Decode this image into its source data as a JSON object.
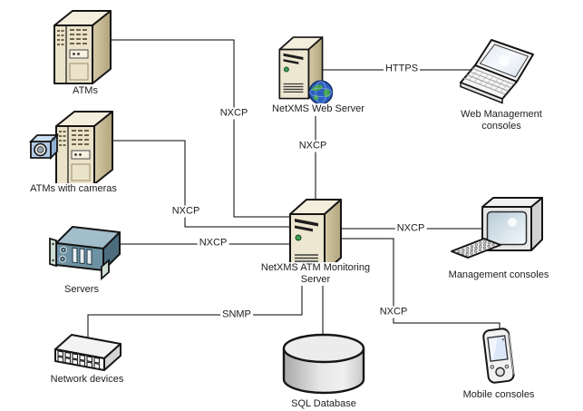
{
  "diagram": {
    "background": "#ffffff",
    "line_color": "#000000",
    "text_color": "#1c1c1c"
  },
  "nodes": {
    "atms": {
      "label": "ATMs",
      "icon": "atm-tower-icon"
    },
    "atms_with_cameras": {
      "label": "ATMs with cameras",
      "icon": "atm-tower-camera-icon"
    },
    "servers": {
      "label": "Servers",
      "icon": "rack-server-icon"
    },
    "network_devices": {
      "label": "Network devices",
      "icon": "network-switch-icon"
    },
    "netxms_web_server": {
      "label": "NetXMS Web Server",
      "icon": "tower-server-globe-icon"
    },
    "netxms_atm_monitoring_server": {
      "label": "NetXMS ATM Monitoring Server",
      "icon": "tower-server-icon"
    },
    "sql_database": {
      "label": "SQL Database",
      "icon": "database-cylinder-icon"
    },
    "web_management_consoles": {
      "label": "Web Management consoles",
      "icon": "laptop-icon"
    },
    "management_consoles": {
      "label": "Management consoles",
      "icon": "crt-monitor-keyboard-icon"
    },
    "mobile_consoles": {
      "label": "Mobile consoles",
      "icon": "pda-icon"
    }
  },
  "edges": {
    "atms_to_monitoring_server": {
      "label": "NXCP"
    },
    "atms_with_cameras_to_monitoring_server": {
      "label": "NXCP"
    },
    "servers_to_monitoring_server": {
      "label": "NXCP"
    },
    "network_devices_to_monitoring_server": {
      "label": "SNMP"
    },
    "web_server_to_monitoring_server": {
      "label": "NXCP"
    },
    "web_server_to_web_management_consoles": {
      "label": "HTTPS"
    },
    "monitoring_server_to_management_consoles": {
      "label": "NXCP"
    },
    "monitoring_server_to_mobile_consoles": {
      "label": "NXCP"
    }
  }
}
